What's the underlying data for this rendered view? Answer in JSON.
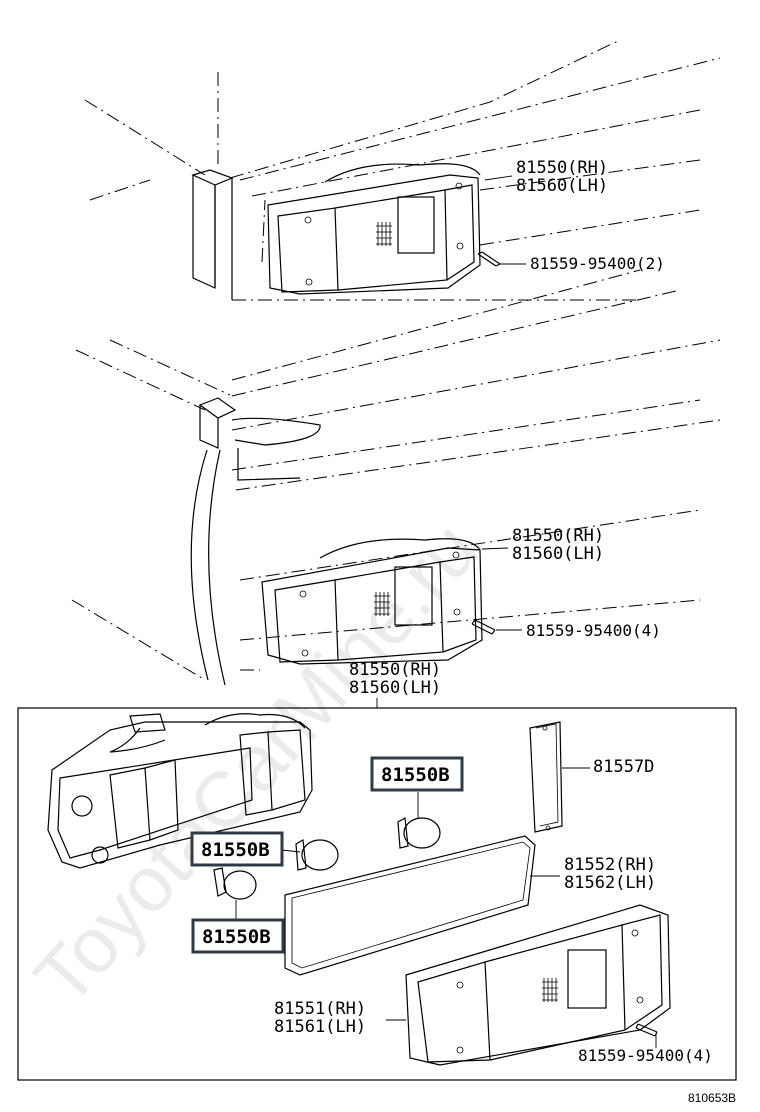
{
  "watermark": "ToyotaCarMine.ru",
  "diagram_code": "810653B",
  "callouts": {
    "top_lamp_rh": "81550(RH)",
    "top_lamp_lh": "81560(LH)",
    "top_screw": "81559-95400(2)",
    "mid_lamp_rh": "81550(RH)",
    "mid_lamp_lh": "81560(LH)",
    "mid_screw": "81559-95400(4)",
    "assy_rh": "81550(RH)",
    "assy_lh": "81560(LH)",
    "bulb_1": "81550B",
    "bulb_2": "81550B",
    "bulb_3": "81550B",
    "reflector": "81557D",
    "gasket_rh": "81552(RH)",
    "gasket_lh": "81562(LH)",
    "lens_rh": "81551(RH)",
    "lens_lh": "81561(LH)",
    "lens_screw": "81559-95400(4)"
  },
  "colors": {
    "line": "#000000",
    "box_border": "#2f3b47",
    "watermark": "#d4d4d4"
  }
}
